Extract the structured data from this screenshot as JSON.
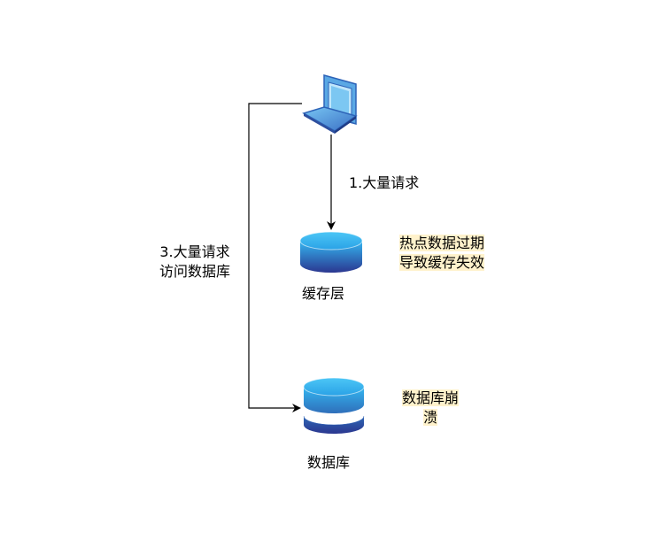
{
  "nodes": {
    "client": {
      "icon": "laptop-icon"
    },
    "cache": {
      "label": "缓存层",
      "icon": "database-icon"
    },
    "database": {
      "label": "数据库",
      "icon": "database-icon"
    }
  },
  "edges": {
    "client_to_cache": {
      "label": "1.大量请求"
    },
    "client_to_database": {
      "label_line1": "3.大量请求",
      "label_line2": "访问数据库"
    }
  },
  "notes": {
    "cache_note": {
      "line1": "热点数据过期",
      "line2": "导致缓存失效",
      "highlight": "#fff2cc"
    },
    "db_note": {
      "line1": "数据库崩",
      "line2": "溃",
      "highlight": "#fff2cc"
    }
  },
  "colors": {
    "cyl_top": "#33b6f0",
    "cyl_bottom": "#2c3a94",
    "laptop_frame": "#4f9bd9",
    "laptop_screen": "#7cc7f2"
  }
}
